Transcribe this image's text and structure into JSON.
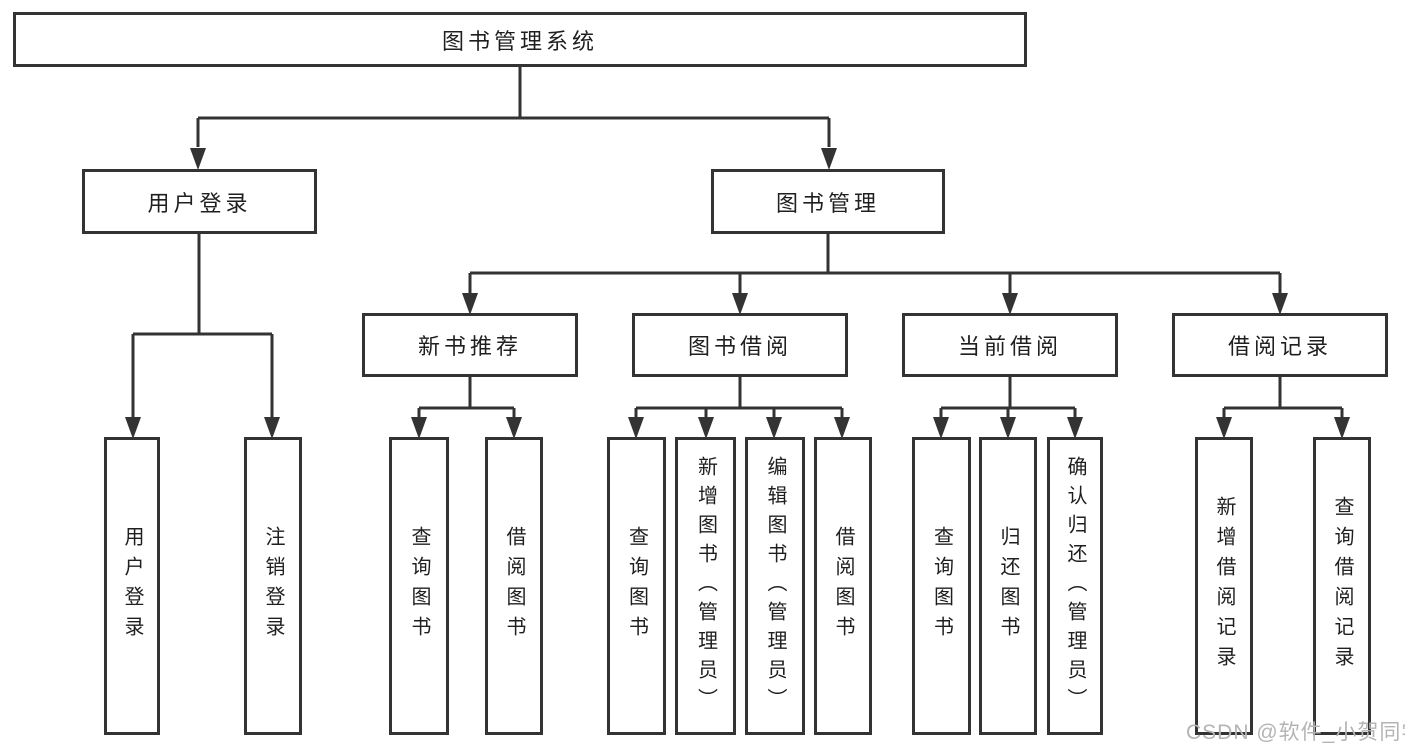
{
  "diagram": {
    "title": "图书管理系统",
    "tree": {
      "label": "图书管理系统",
      "children": [
        {
          "label": "用户登录",
          "children": [
            {
              "label": "用户登录"
            },
            {
              "label": "注销登录"
            }
          ]
        },
        {
          "label": "图书管理",
          "children": [
            {
              "label": "新书推荐",
              "children": [
                {
                  "label": "查询图书"
                },
                {
                  "label": "借阅图书"
                }
              ]
            },
            {
              "label": "图书借阅",
              "children": [
                {
                  "label": "查询图书"
                },
                {
                  "label": "新增图书（管理员）"
                },
                {
                  "label": "编辑图书（管理员）"
                },
                {
                  "label": "借阅图书"
                }
              ]
            },
            {
              "label": "当前借阅",
              "children": [
                {
                  "label": "查询图书"
                },
                {
                  "label": "归还图书"
                },
                {
                  "label": "确认归还（管理员）"
                }
              ]
            },
            {
              "label": "借阅记录",
              "children": [
                {
                  "label": "新增借阅记录"
                },
                {
                  "label": "查询借阅记录"
                }
              ]
            }
          ]
        }
      ]
    },
    "watermark": "CSDN @软件_小贺同学",
    "colors": {
      "line": "#333333",
      "text": "#1f1f1f",
      "watermark": "#b4b4b4",
      "background": "#ffffff"
    }
  }
}
